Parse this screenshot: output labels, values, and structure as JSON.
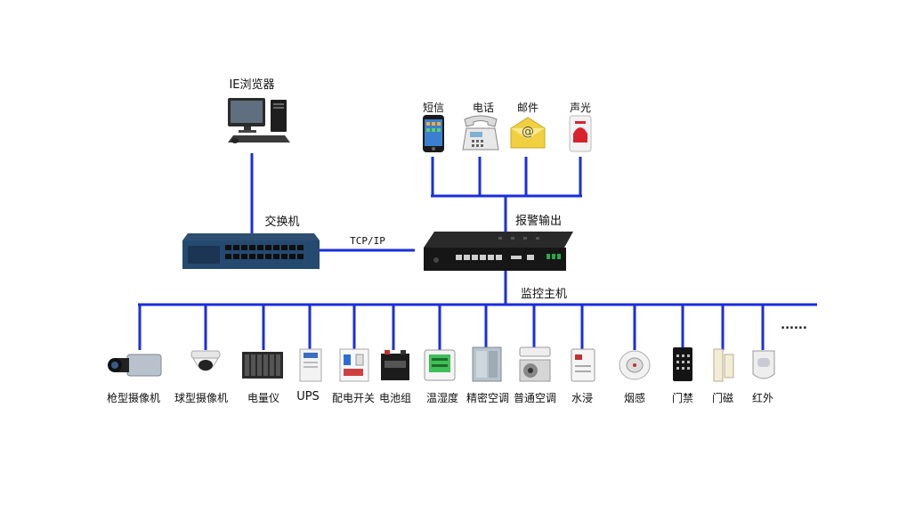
{
  "top": {
    "browser_label": "IE浏览器",
    "switch_label": "交换机",
    "tcpip_label": "TCP/IP",
    "alarm_output_label": "报警输出",
    "host_label": "监控主机"
  },
  "alarm_outputs": [
    {
      "label": "短信",
      "icon": "mobile-phone-icon"
    },
    {
      "label": "电话",
      "icon": "desk-phone-icon"
    },
    {
      "label": "邮件",
      "icon": "email-icon"
    },
    {
      "label": "声光",
      "icon": "strobe-siren-icon"
    }
  ],
  "devices": [
    {
      "label": "枪型摄像机",
      "icon": "bullet-camera-icon"
    },
    {
      "label": "球型摄像机",
      "icon": "dome-camera-icon"
    },
    {
      "label": "电量仪",
      "icon": "power-meter-icon"
    },
    {
      "label": "UPS",
      "icon": "ups-icon"
    },
    {
      "label": "配电开关",
      "icon": "breaker-switch-icon"
    },
    {
      "label": "电池组",
      "icon": "battery-icon"
    },
    {
      "label": "温湿度",
      "icon": "temp-humidity-icon"
    },
    {
      "label": "精密空调",
      "icon": "precision-ac-icon"
    },
    {
      "label": "普通空调",
      "icon": "ac-unit-icon"
    },
    {
      "label": "水浸",
      "icon": "water-leak-icon"
    },
    {
      "label": "烟感",
      "icon": "smoke-detector-icon"
    },
    {
      "label": "门禁",
      "icon": "access-control-icon"
    },
    {
      "label": "门磁",
      "icon": "door-contact-icon"
    },
    {
      "label": "红外",
      "icon": "infrared-sensor-icon"
    }
  ],
  "more": "......",
  "colors": {
    "line": "#1a2ee0"
  }
}
